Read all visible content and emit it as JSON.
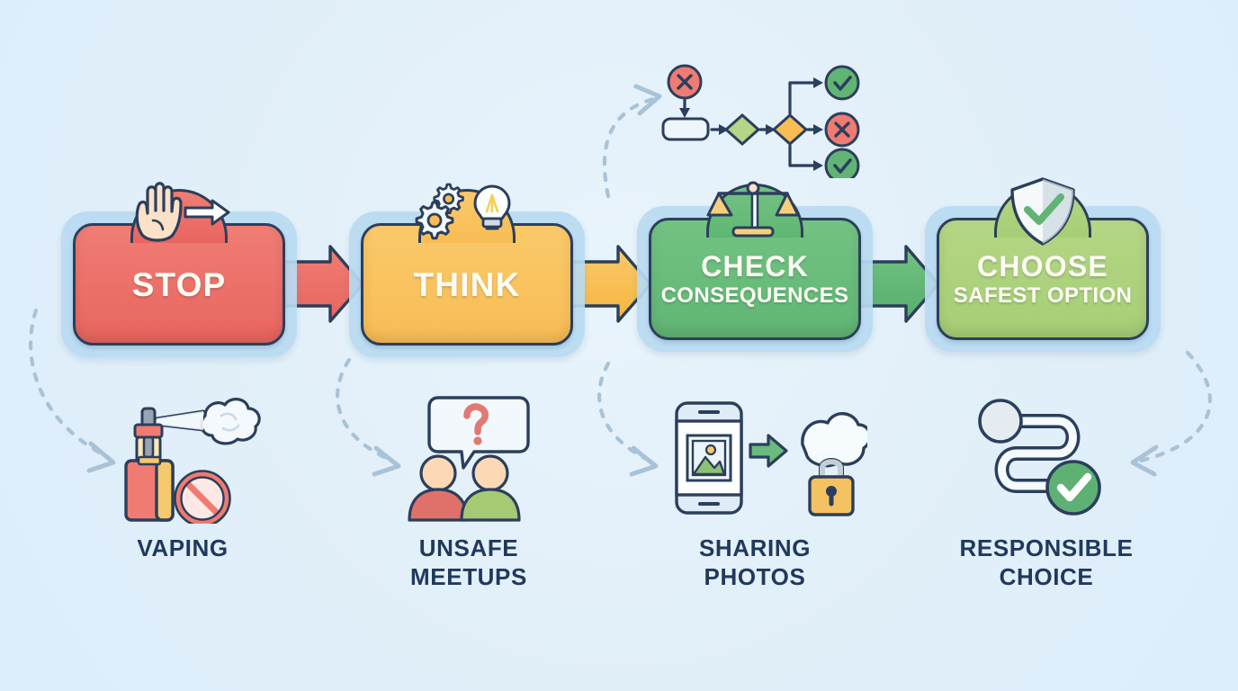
{
  "meta": {
    "background_color": "#e3f1fb",
    "outline_color": "#2b3f5c",
    "label_color": "#20395c"
  },
  "steps": [
    {
      "id": "stop",
      "title": "STOP",
      "subtitle": "",
      "color": "#e8655f",
      "icon": "raised-hand-icon",
      "secondary_icon": "white-arrow-icon"
    },
    {
      "id": "think",
      "title": "THINK",
      "subtitle": "",
      "color": "#f8bd55",
      "icon": "gears-lightbulb-icon",
      "secondary_icon": ""
    },
    {
      "id": "check",
      "title": "CHECK",
      "subtitle": "CONSEQUENCES",
      "color": "#60b673",
      "icon": "balance-scales-icon",
      "secondary_icon": ""
    },
    {
      "id": "choose",
      "title": "CHOOSE",
      "subtitle": "SAFEST OPTION",
      "color": "#a7ce76",
      "icon": "shield-check-icon",
      "secondary_icon": ""
    }
  ],
  "connectors": [
    {
      "from": "stop",
      "to": "think",
      "color": "#e8655f",
      "style": "block-arrow"
    },
    {
      "from": "think",
      "to": "check",
      "color": "#f8bd55",
      "style": "block-arrow"
    },
    {
      "from": "check",
      "to": "choose",
      "color": "#60b673",
      "style": "block-arrow"
    }
  ],
  "examples": [
    {
      "id": "vaping",
      "caption": "VAPING",
      "icon": "vape-device-no-sign-icon"
    },
    {
      "id": "meetups",
      "caption": "UNSAFE\nMEETUPS",
      "icon": "two-people-question-icon"
    },
    {
      "id": "photos",
      "caption": "SHARING\nPHOTOS",
      "icon": "phone-photo-cloud-lock-icon"
    },
    {
      "id": "choice",
      "caption": "RESPONSIBLE\nCHOICE",
      "icon": "winding-path-check-icon"
    }
  ],
  "decision_flow": {
    "nodes": [
      {
        "id": "error-top",
        "shape": "circle",
        "symbol": "x",
        "color": "#e8655f"
      },
      {
        "id": "process",
        "shape": "rect",
        "symbol": "",
        "color": "#eef5fa"
      },
      {
        "id": "decision-1",
        "shape": "diamond",
        "symbol": "",
        "color": "#b4d685"
      },
      {
        "id": "decision-2",
        "shape": "diamond",
        "symbol": "",
        "color": "#f8bd55"
      },
      {
        "id": "outcome-ok-1",
        "shape": "circle",
        "symbol": "check",
        "color": "#60b673"
      },
      {
        "id": "outcome-bad",
        "shape": "circle",
        "symbol": "x",
        "color": "#e8655f"
      },
      {
        "id": "outcome-ok-2",
        "shape": "circle",
        "symbol": "check",
        "color": "#60b673"
      }
    ]
  },
  "dashed_links": [
    {
      "from": "stop-box",
      "to": "vaping-icon",
      "direction": "down-right"
    },
    {
      "from": "think-box",
      "to": "meetups-icon",
      "direction": "down-right"
    },
    {
      "from": "check-box",
      "to": "photos-icon",
      "direction": "down-right"
    },
    {
      "from": "check-box",
      "to": "decision-flow",
      "direction": "up-right"
    },
    {
      "from": "choose-box",
      "to": "choice-icon",
      "direction": "down-left"
    }
  ]
}
